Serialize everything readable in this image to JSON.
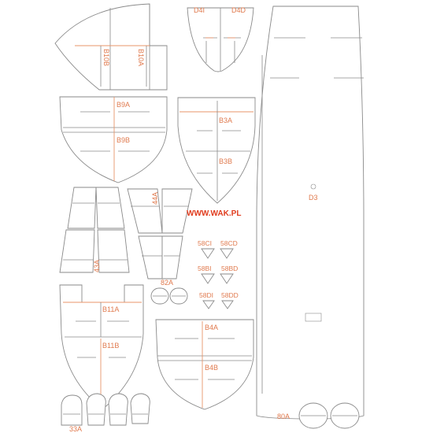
{
  "website": "WWW.WAK.PL",
  "accent_color": "#e07a4e",
  "line_color": "#8a8a8a",
  "labels": {
    "d4i": "D4I",
    "d4d": "D4D",
    "b10b": "B10B",
    "b10a": "B10A",
    "b9a": "B9A",
    "b9b": "B9B",
    "b3a": "B3A",
    "b3b": "B3B",
    "d3": "D3",
    "l44a": "44A",
    "l43a": "43A",
    "c58ci": "58CI",
    "c58cd": "58CD",
    "c58bi": "58BI",
    "c58bd": "58BD",
    "c58di": "58DI",
    "c58dd": "58DD",
    "l82a": "82A",
    "b11a": "B11A",
    "b11b": "B11B",
    "b4a": "B4A",
    "b4b": "B4B",
    "l80a": "80A",
    "l33a": "33A"
  }
}
